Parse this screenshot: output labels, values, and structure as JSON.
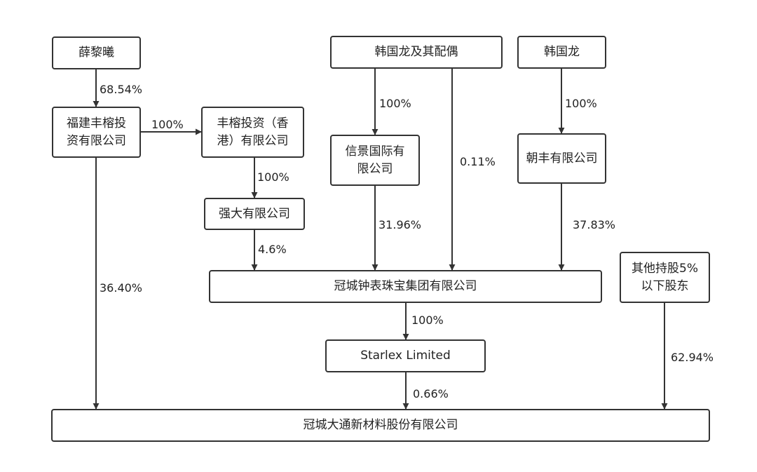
{
  "nodes": {
    "xue_lixi": "薛黎曦",
    "fujian_fengrong": "福建丰榕投资有限公司",
    "fengrong_hk": "丰榕投资（香港）有限公司",
    "qiangda": "强大有限公司",
    "han_spouse": "韩国龙及其配偶",
    "han": "韩国龙",
    "xinjing": "信景国际有限公司",
    "chaofeng": "朝丰有限公司",
    "guancheng_group": "冠城钟表珠宝集团有限公司",
    "others": "其他持股5%以下股东",
    "starlex": "Starlex Limited",
    "target": "冠城大通新材料股份有限公司"
  },
  "edges": {
    "xue_to_fujian": "68.54%",
    "fujian_to_hk": "100%",
    "hk_to_qiangda": "100%",
    "qiangda_to_group": "4.6%",
    "fujian_to_target": "36.40%",
    "spouse_to_xinjing": "100%",
    "spouse_to_group": "0.11%",
    "xinjing_to_group": "31.96%",
    "han_to_chaofeng": "100%",
    "chaofeng_to_group": "37.83%",
    "group_to_starlex": "100%",
    "starlex_to_target": "0.66%",
    "others_to_target": "62.94%"
  },
  "colors": {
    "stroke": "#333333",
    "text": "#222222",
    "background": "#ffffff"
  }
}
